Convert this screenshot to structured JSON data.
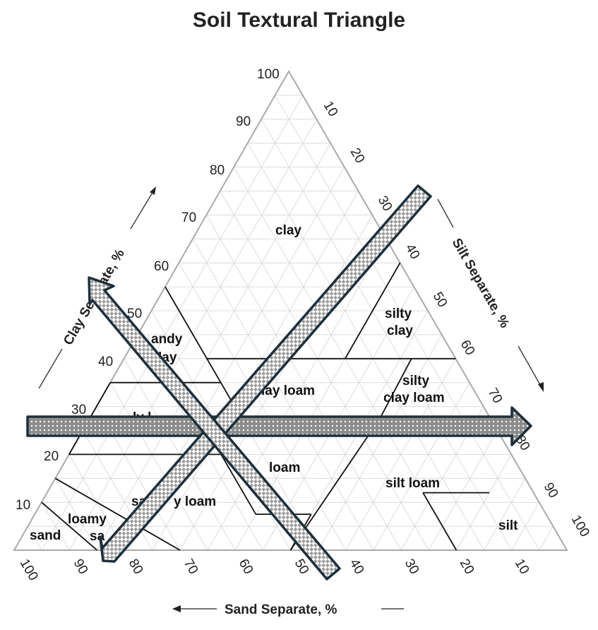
{
  "title": "Soil Textural Triangle",
  "axes": {
    "clay_label": "Clay Separate, %",
    "silt_label": "Silt Separate, %",
    "sand_label": "Sand Separate, %",
    "clay_ticks": [
      "10",
      "20",
      "30",
      "40",
      "50",
      "60",
      "70",
      "80",
      "90",
      "100"
    ],
    "silt_ticks": [
      "10",
      "20",
      "30",
      "40",
      "50",
      "60",
      "70",
      "80",
      "90",
      "100"
    ],
    "sand_ticks": [
      "100",
      "90",
      "80",
      "70",
      "60",
      "50",
      "40",
      "30",
      "20",
      "10"
    ]
  },
  "regions": {
    "clay": "clay",
    "silty_clay_1": "silty",
    "silty_clay_2": "clay",
    "sandy_clay_1": "andy",
    "sandy_clay_2": "lay",
    "clay_loam": "lay loam",
    "silty_clay_loam_1": "silty",
    "silty_clay_loam_2": "clay loam",
    "sandy_clay_loam": "ly l",
    "loam": "loam",
    "silt_loam": "silt loam",
    "sandy_loam_1": "sa",
    "sandy_loam_2": "y loam",
    "loamy_sand_1": "loamy",
    "loamy_sand_2": "sa",
    "sand": "sand",
    "silt": "silt"
  },
  "colors": {
    "outline": "#aaaaaa",
    "boundary": "#111111",
    "arrow_stroke": "#1e2f3a",
    "arrow_fill": "#bdbdbd"
  }
}
